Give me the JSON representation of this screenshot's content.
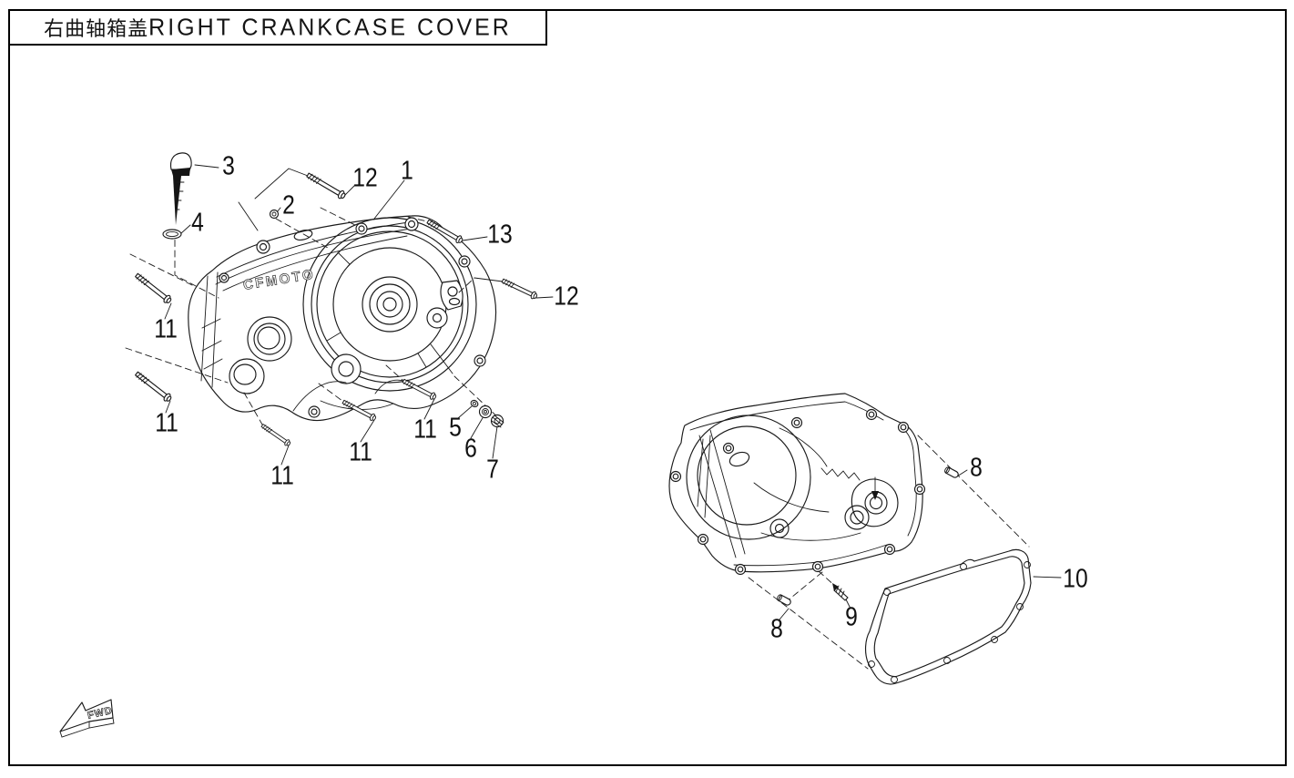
{
  "page": {
    "title_zh": "右曲轴箱盖",
    "title_en": "RIGHT CRANKCASE COVER",
    "cover_logo": "CFMOTO",
    "fwd_label": "FWD"
  },
  "callouts": [
    {
      "label": "3"
    },
    {
      "label": "12"
    },
    {
      "label": "1"
    },
    {
      "label": "2"
    },
    {
      "label": "4"
    },
    {
      "label": "13"
    },
    {
      "label": "12"
    },
    {
      "label": "11"
    },
    {
      "label": "11"
    },
    {
      "label": "11"
    },
    {
      "label": "11"
    },
    {
      "label": "11"
    },
    {
      "label": "5"
    },
    {
      "label": "6"
    },
    {
      "label": "7"
    },
    {
      "label": "8"
    },
    {
      "label": "8"
    },
    {
      "label": "9"
    },
    {
      "label": "10"
    }
  ]
}
